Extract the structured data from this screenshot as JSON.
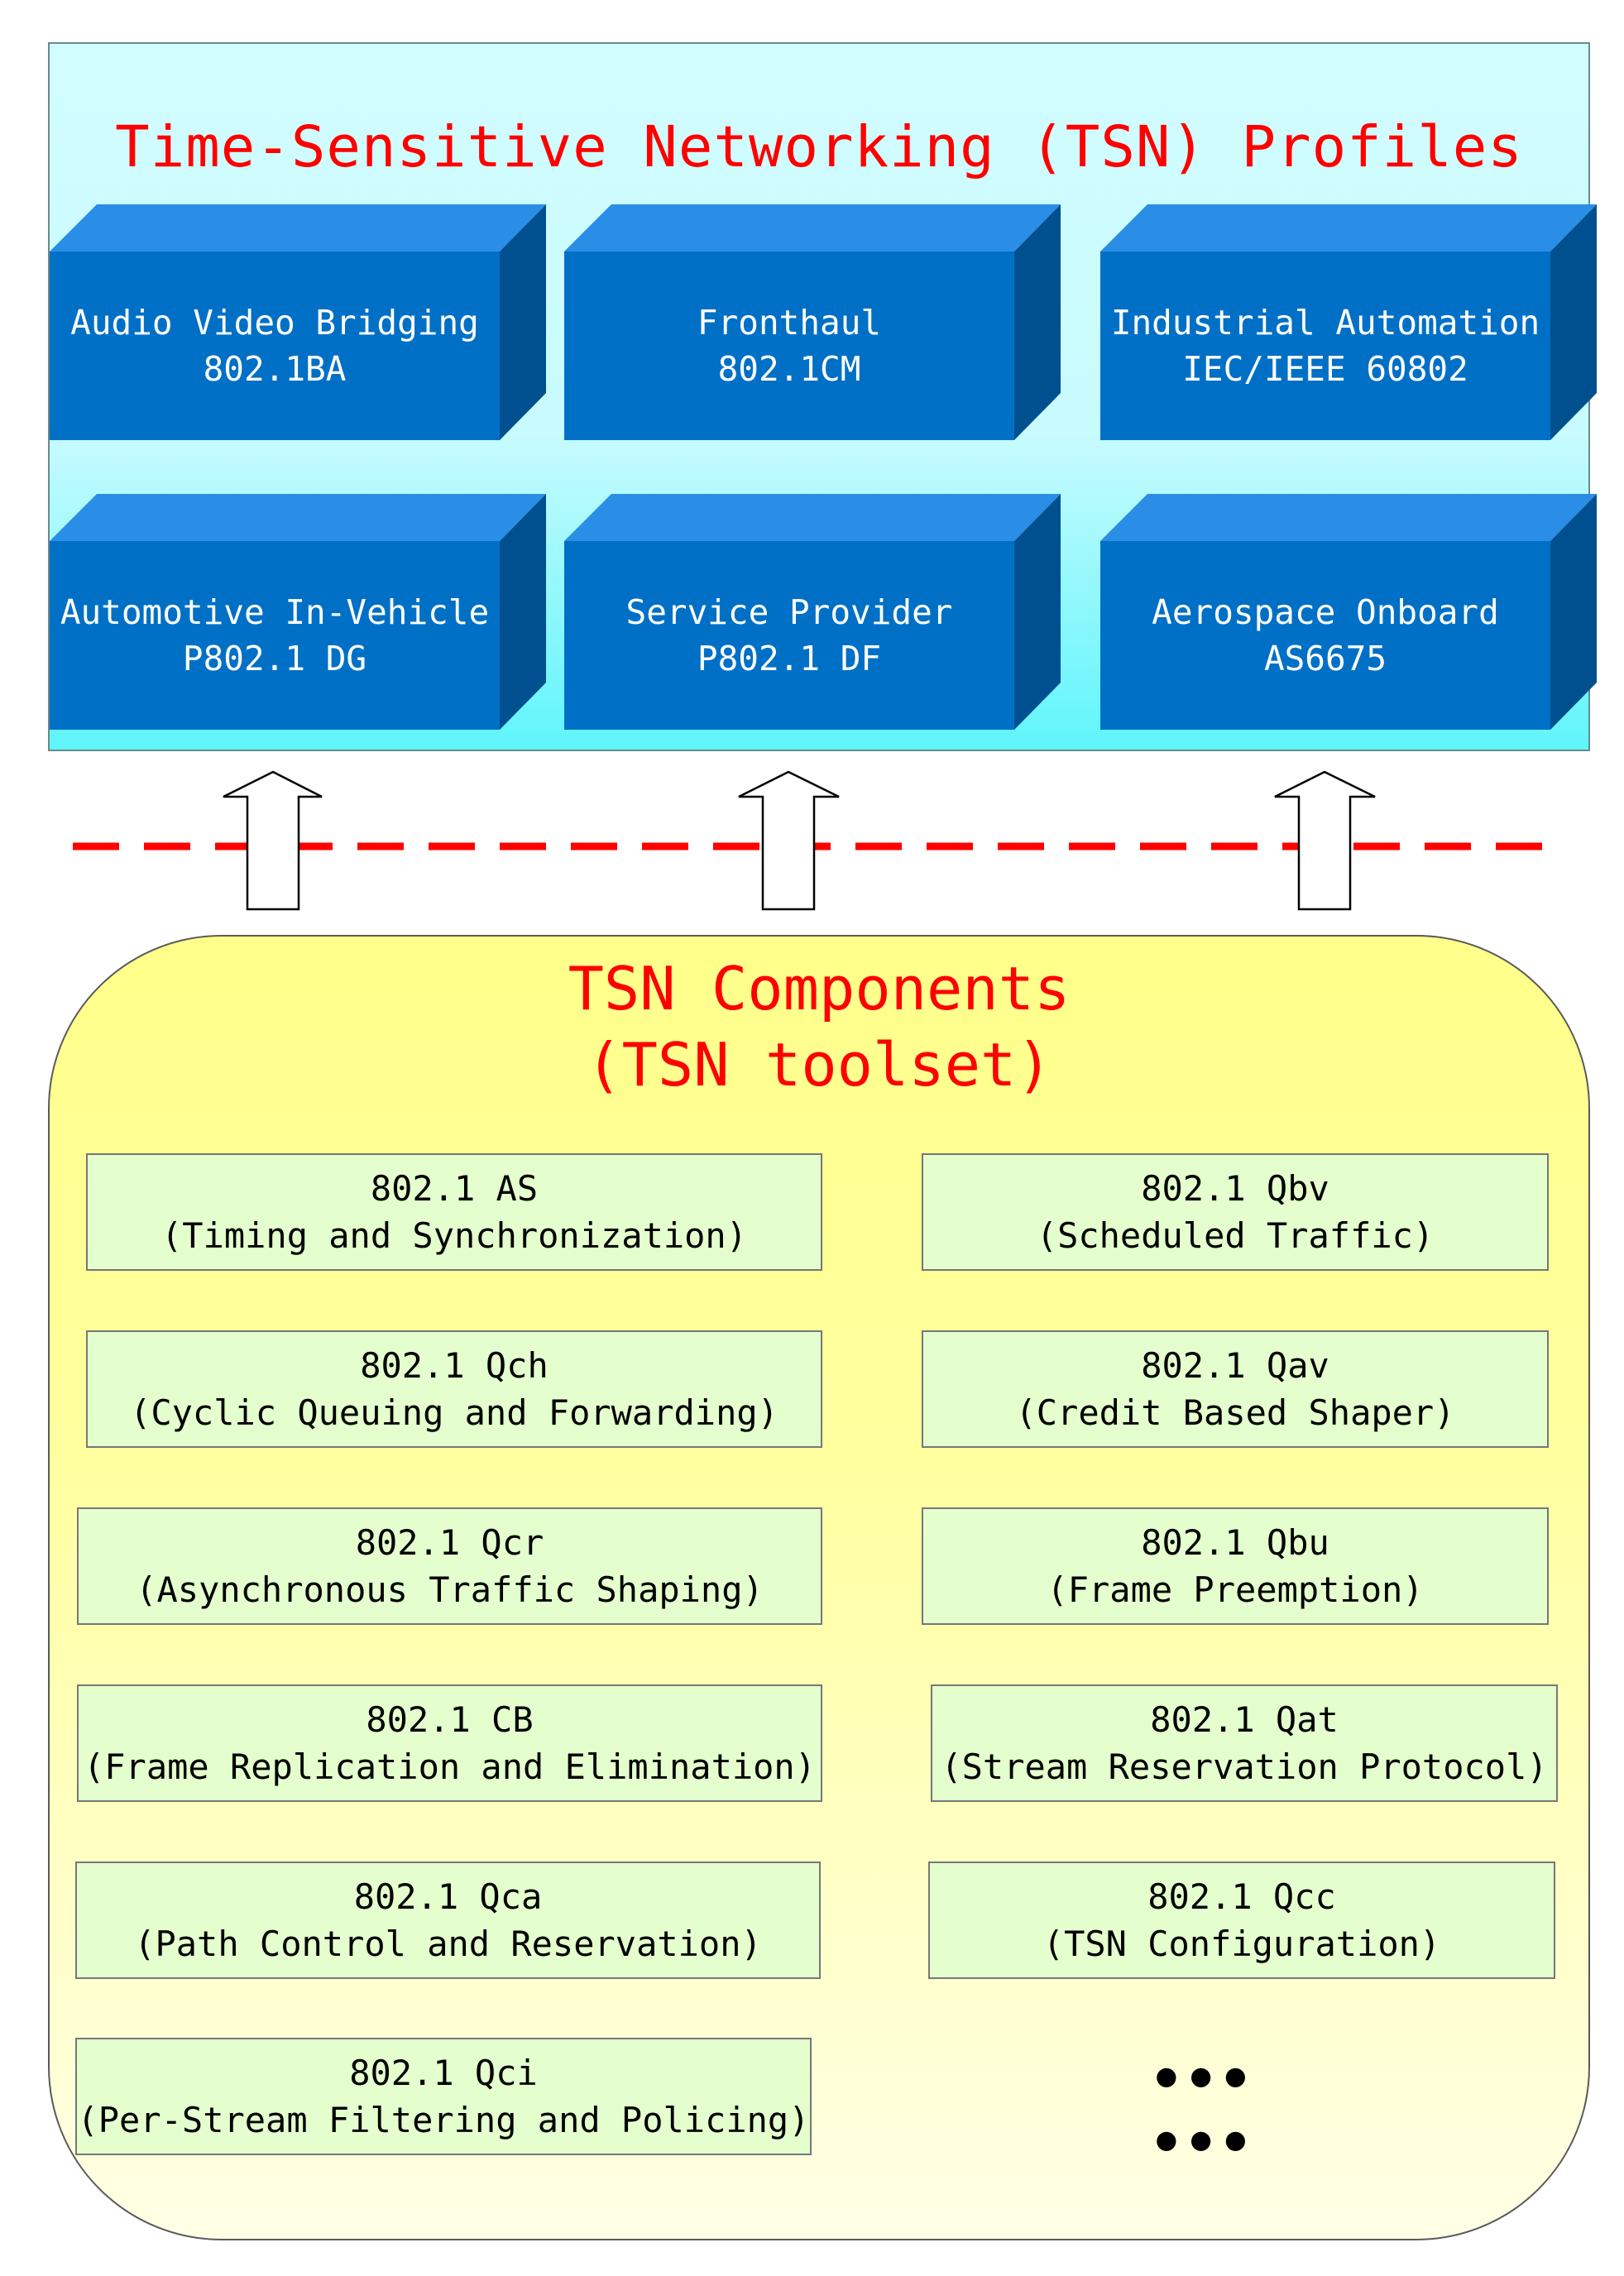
{
  "profiles": {
    "title": "Time-Sensitive Networking (TSN) Profiles",
    "items": [
      {
        "name": "Audio Video Bridging",
        "code": "802.1BA"
      },
      {
        "name": "Fronthaul",
        "code": "802.1CM"
      },
      {
        "name": "Industrial Automation",
        "code": "IEC/IEEE 60802"
      },
      {
        "name": "Automotive In-Vehicle",
        "code": "P802.1 DG"
      },
      {
        "name": "Service Provider",
        "code": "P802.1 DF"
      },
      {
        "name": "Aerospace Onboard",
        "code": "AS6675"
      }
    ]
  },
  "components": {
    "title_line1": "TSN Components",
    "title_line2": "(TSN toolset)",
    "items": [
      {
        "code": "802.1 AS",
        "desc": "(Timing and Synchronization)"
      },
      {
        "code": "802.1 Qbv",
        "desc": "(Scheduled Traffic)"
      },
      {
        "code": "802.1 Qch",
        "desc": "(Cyclic Queuing and Forwarding)"
      },
      {
        "code": "802.1 Qav",
        "desc": "(Credit Based Shaper)"
      },
      {
        "code": "802.1 Qcr",
        "desc": "(Asynchronous Traffic Shaping)"
      },
      {
        "code": "802.1 Qbu",
        "desc": "(Frame Preemption)"
      },
      {
        "code": "802.1 CB",
        "desc": "(Frame Replication and Elimination)"
      },
      {
        "code": "802.1 Qat",
        "desc": "(Stream Reservation Protocol)"
      },
      {
        "code": "802.1 Qca",
        "desc": "(Path Control and Reservation)"
      },
      {
        "code": "802.1 Qcc",
        "desc": "(TSN Configuration)"
      },
      {
        "code": "802.1 Qci",
        "desc": "(Per-Stream Filtering and Policing)"
      }
    ],
    "ellipsis": "••• •••"
  },
  "colors": {
    "title_red": "#ff0000",
    "box_front": "#0070c6",
    "box_top": "#2a8ee6",
    "box_side": "#00508f",
    "component_fill": "#e4ffcd",
    "dashed_line": "#ff0000"
  }
}
